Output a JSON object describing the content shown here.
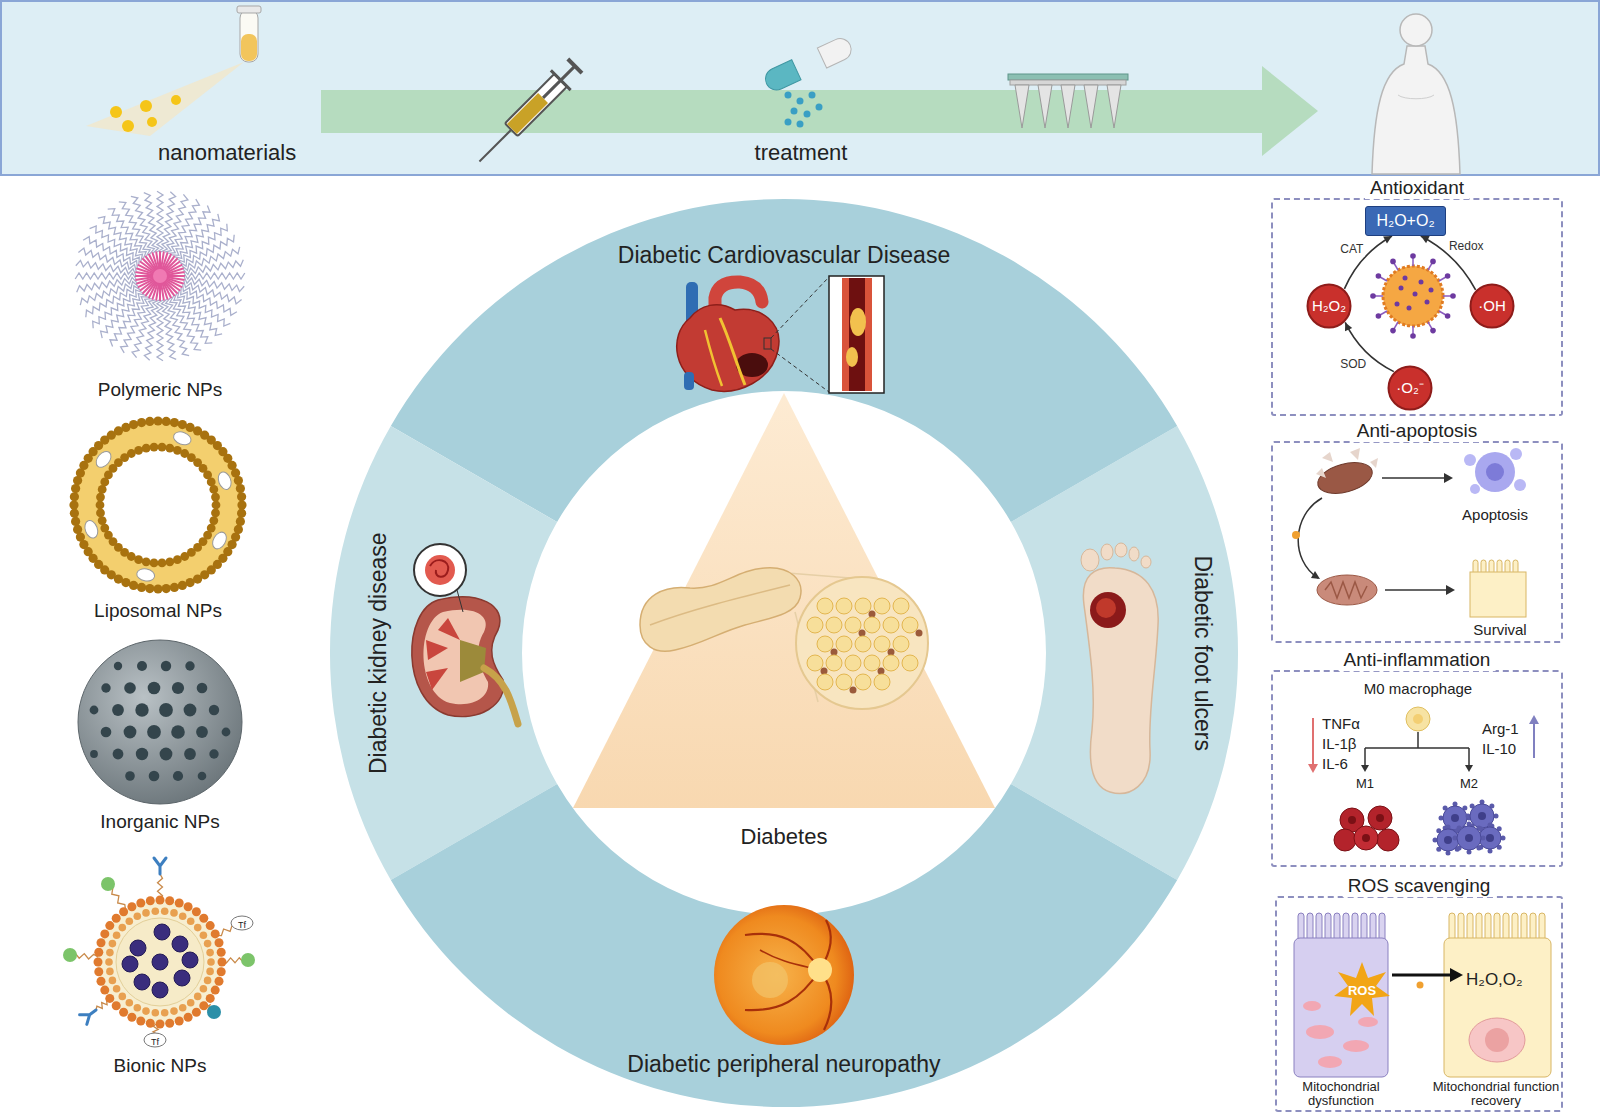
{
  "diagram": {
    "nodes": [
      {
        "text": [
          "nanomaterials",
          "treatment"
        ]
      },
      {
        "text": [
          "Diabetic Cardiovascular Disease"
        ]
      },
      {
        "text": [
          "Diabetic kidney disease"
        ]
      },
      {
        "text": [
          "Diabetic foot ulcers"
        ]
      },
      {
        "text": [
          "Diabetic peripheral neuropathy"
        ]
      },
      {
        "text": [
          "Diabetes"
        ]
      },
      {
        "text": [
          "Antioxidant"
        ]
      },
      {
        "text": [
          "H₂O+O₂"
        ],
        "in": 6
      },
      {
        "text": [
          "H₂O₂"
        ],
        "in": 6
      },
      {
        "text": [
          "·OH"
        ],
        "in": 6
      },
      {
        "text": [
          "·O₂⁻"
        ],
        "in": 6
      },
      {
        "text": [
          "Anti-apoptosis"
        ]
      },
      {
        "text": [
          "Anti-inflammation"
        ]
      },
      {
        "text": [
          "ROS scavenging"
        ]
      }
    ],
    "edges": [
      {
        "from": 8,
        "to": 7,
        "label": "CAT",
        "arrow": "to"
      },
      {
        "from": 9,
        "to": 7,
        "label": "Redox",
        "arrow": "to"
      },
      {
        "from": 10,
        "to": 8,
        "label": "SOD",
        "arrow": "to"
      }
    ],
    "labels": [
      "Polymeric NPs",
      "Liposomal NPs",
      "Inorganic NPs",
      "Tf",
      "Tf",
      "Bionic NPs",
      "Apoptosis",
      "Survival",
      "M0 macrophage",
      "TNFα",
      "IL-1β",
      "IL-6",
      "Arg-1",
      "IL-10",
      "M1",
      "M2",
      "ROS",
      "H₂O,O₂",
      "Mitochondrial dysfunction",
      "Mitochondrial function recovery"
    ]
  }
}
